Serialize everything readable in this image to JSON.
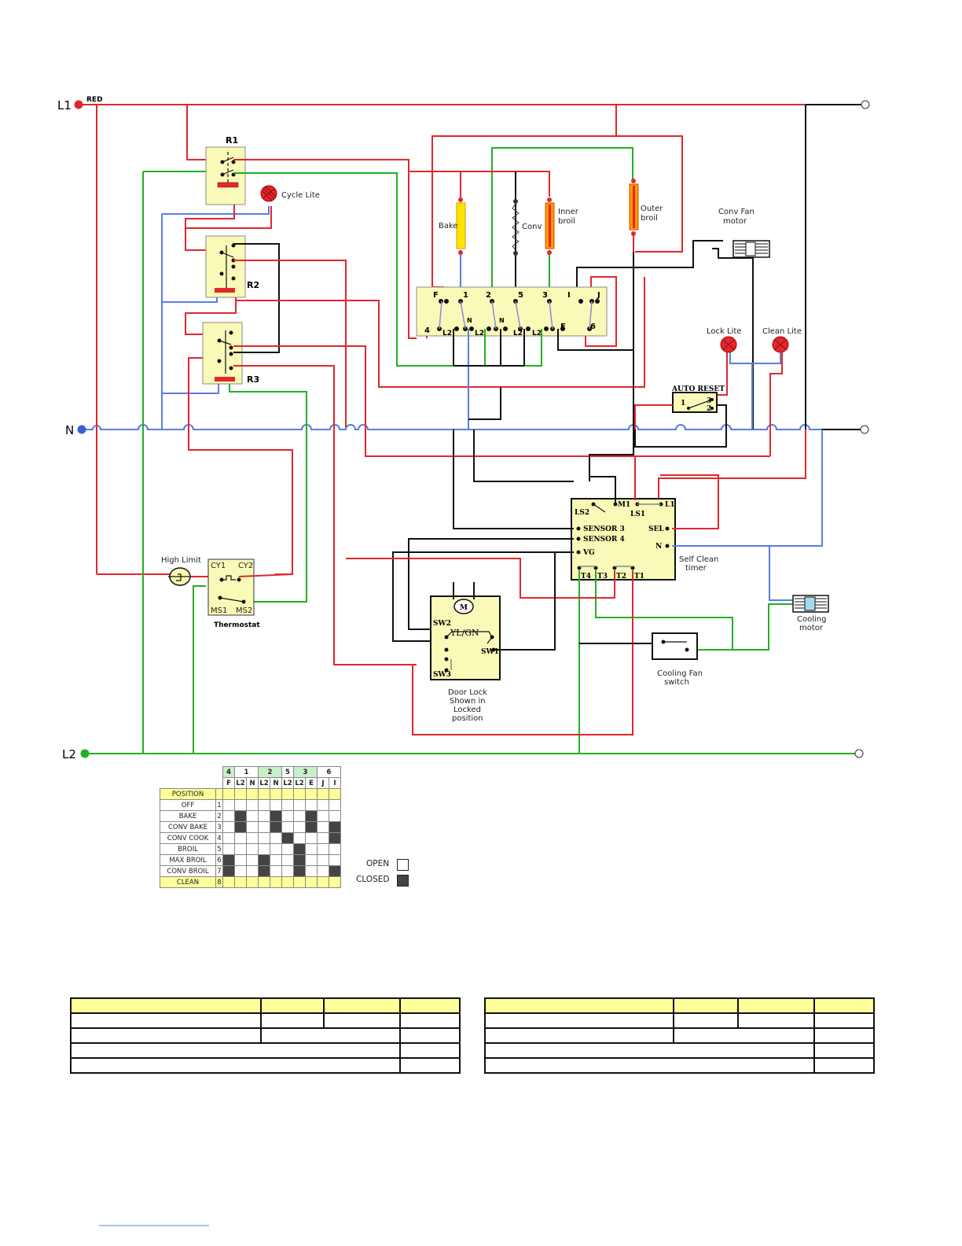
{
  "terminals": {
    "l1": "L1",
    "l1_wire_color": "RED",
    "n": "N",
    "l2": "L2"
  },
  "colors": {
    "line1": "#e0282e",
    "line2": "#22b022",
    "neutral": "#5a7fe0",
    "control": "#111111",
    "component_fill": "#fafab8",
    "element_fill": "#ffd700"
  },
  "relays": {
    "r1": "R1",
    "r2": "R2",
    "r3": "R3"
  },
  "lights": {
    "cycle": "Cycle Lite",
    "lock": "Lock Lite",
    "clean": "Clean Lite"
  },
  "elements": {
    "bake": "Bake",
    "conv": "Conv",
    "inner_broil_1": "Inner",
    "inner_broil_2": "broil",
    "outer_broil_1": "Outer",
    "outer_broil_2": "broil"
  },
  "motors": {
    "conv_fan_1": "Conv Fan",
    "conv_fan_2": "motor",
    "cooling_1": "Cooling",
    "cooling_2": "motor",
    "door_motor": "M"
  },
  "selector_switch": {
    "top_terminals": [
      "F",
      "1",
      "2",
      "5",
      "3",
      "I",
      "J"
    ],
    "bottom_terminals": [
      "4",
      "L2",
      "N",
      "L2",
      "N",
      "L2",
      "L2",
      "E",
      "6"
    ]
  },
  "auto_reset": {
    "title": "AUTO RESET",
    "t1": "1",
    "t2": "2",
    "t3": "3"
  },
  "timer": {
    "label_1": "Self Clean",
    "label_2": "timer",
    "terminals": {
      "ls2": "LS2",
      "m1": "M1",
      "ls1": "LS1",
      "l1": "L1",
      "sensor3": "SENSOR 3",
      "sensor4": "SENSOR 4",
      "vg": "VG",
      "sel": "SEL",
      "n": "N",
      "t4": "T4",
      "t3": "T3",
      "t2": "T2",
      "t1": "T1"
    }
  },
  "high_limit": "High Limit",
  "thermostat": {
    "title": "Thermostat",
    "cy1": "CY1",
    "cy2": "CY2",
    "ms1": "MS1",
    "ms2": "MS2"
  },
  "door_lock": {
    "sw1": "SW1",
    "sw2": "SW2",
    "sw3": "SW3",
    "wire": "YL/GN",
    "caption": [
      "Door Lock",
      "Shown in",
      "Locked",
      "position"
    ]
  },
  "cooling_fan_switch": [
    "Cooling Fan",
    "switch"
  ],
  "switch_chart": {
    "group_headers": [
      {
        "label": "4",
        "span": 1,
        "green": true
      },
      {
        "label": "1",
        "span": 2,
        "green": false
      },
      {
        "label": "2",
        "span": 2,
        "green": true
      },
      {
        "label": "5",
        "span": 1,
        "green": false
      },
      {
        "label": "3",
        "span": 2,
        "green": true
      },
      {
        "label": "6",
        "span": 2,
        "green": false
      }
    ],
    "columns": [
      "F",
      "L2",
      "N",
      "L2",
      "N",
      "L2",
      "L2",
      "E",
      "J",
      "I"
    ],
    "position_header": "POSITION",
    "rows": [
      {
        "name": "OFF",
        "num": "1",
        "closed": [
          0,
          0,
          0,
          0,
          0,
          0,
          0,
          0,
          0,
          0
        ]
      },
      {
        "name": "BAKE",
        "num": "2",
        "closed": [
          0,
          1,
          0,
          0,
          1,
          0,
          0,
          1,
          0,
          0
        ]
      },
      {
        "name": "CONV BAKE",
        "num": "3",
        "closed": [
          0,
          1,
          0,
          0,
          1,
          0,
          0,
          1,
          0,
          1
        ]
      },
      {
        "name": "CONV COOK",
        "num": "4",
        "closed": [
          0,
          0,
          0,
          0,
          0,
          1,
          0,
          0,
          0,
          1
        ]
      },
      {
        "name": "BROIL",
        "num": "5",
        "closed": [
          0,
          0,
          0,
          0,
          0,
          0,
          1,
          0,
          0,
          0
        ]
      },
      {
        "name": "MAX BROIL",
        "num": "6",
        "closed": [
          1,
          0,
          0,
          1,
          0,
          0,
          1,
          0,
          0,
          0
        ]
      },
      {
        "name": "CONV BROIL",
        "num": "7",
        "closed": [
          1,
          0,
          0,
          1,
          0,
          0,
          1,
          0,
          0,
          1
        ]
      },
      {
        "name": "CLEAN",
        "num": "8",
        "closed": [
          1,
          0,
          1,
          1,
          0,
          0,
          1,
          0,
          1,
          0
        ],
        "highlight": true
      }
    ],
    "legend": {
      "open": "OPEN",
      "closed": "CLOSED"
    }
  },
  "blank_tables": [
    {
      "rows": 4
    },
    {
      "rows": 4
    }
  ]
}
